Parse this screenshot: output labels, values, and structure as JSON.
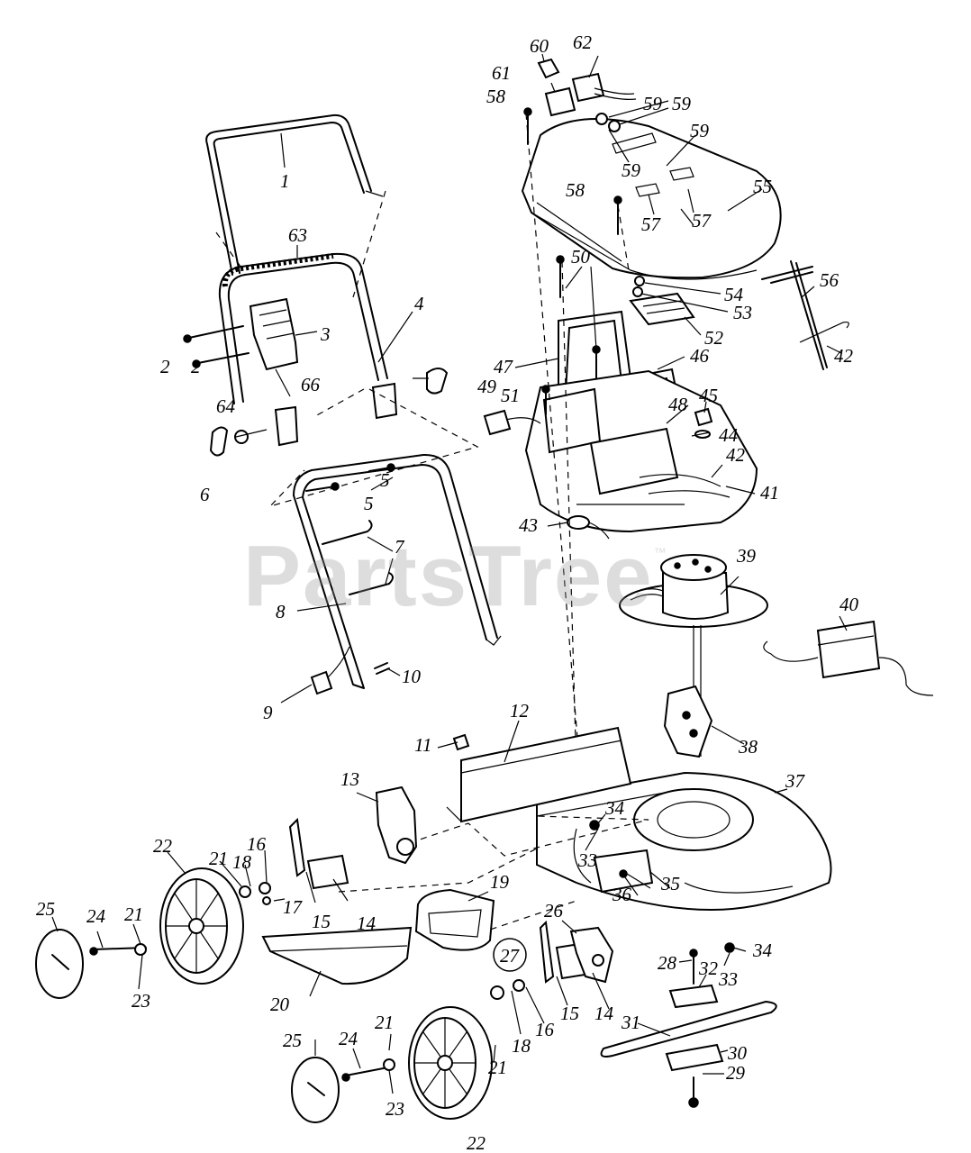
{
  "watermark": {
    "text": "PartsTree",
    "mark": "™"
  },
  "labels": [
    "1",
    "2",
    "3",
    "4",
    "5",
    "6",
    "7",
    "8",
    "9",
    "10",
    "11",
    "12",
    "13",
    "14",
    "15",
    "16",
    "17",
    "18",
    "19",
    "20",
    "21",
    "22",
    "23",
    "24",
    "25",
    "26",
    "27",
    "28",
    "29",
    "30",
    "31",
    "32",
    "33",
    "34",
    "35",
    "36",
    "37",
    "38",
    "39",
    "40",
    "41",
    "42",
    "43",
    "44",
    "45",
    "46",
    "47",
    "48",
    "49",
    "50",
    "51",
    "52",
    "53",
    "54",
    "55",
    "56",
    "57",
    "58",
    "59",
    "60",
    "61",
    "62",
    "63",
    "64",
    "66",
    "22"
  ]
}
